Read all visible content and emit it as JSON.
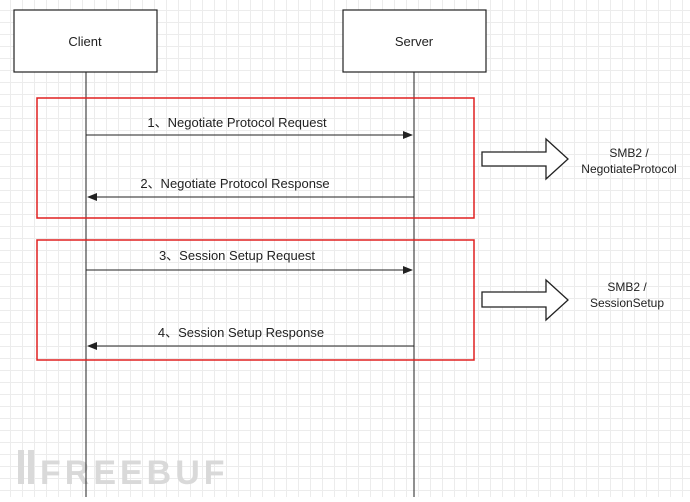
{
  "participants": {
    "client": "Client",
    "server": "Server"
  },
  "messages": [
    {
      "label": "1、Negotiate Protocol Request",
      "direction": "client-to-server"
    },
    {
      "label": "2、Negotiate Protocol Response",
      "direction": "server-to-client"
    },
    {
      "label": "3、Session Setup Request",
      "direction": "client-to-server"
    },
    {
      "label": "4、Session Setup Response",
      "direction": "server-to-client"
    }
  ],
  "groups": [
    {
      "line1": "SMB2 /",
      "line2": "NegotiateProtocol",
      "frame_color": "#e02020"
    },
    {
      "line1": "SMB2 /",
      "line2": "SessionSetup",
      "frame_color": "#e02020"
    }
  ],
  "watermark": "FREEBUF",
  "colors": {
    "lines": "#222222",
    "group_frame": "#e02020",
    "grid": "#ececec",
    "watermark": "#d9d9d9"
  }
}
